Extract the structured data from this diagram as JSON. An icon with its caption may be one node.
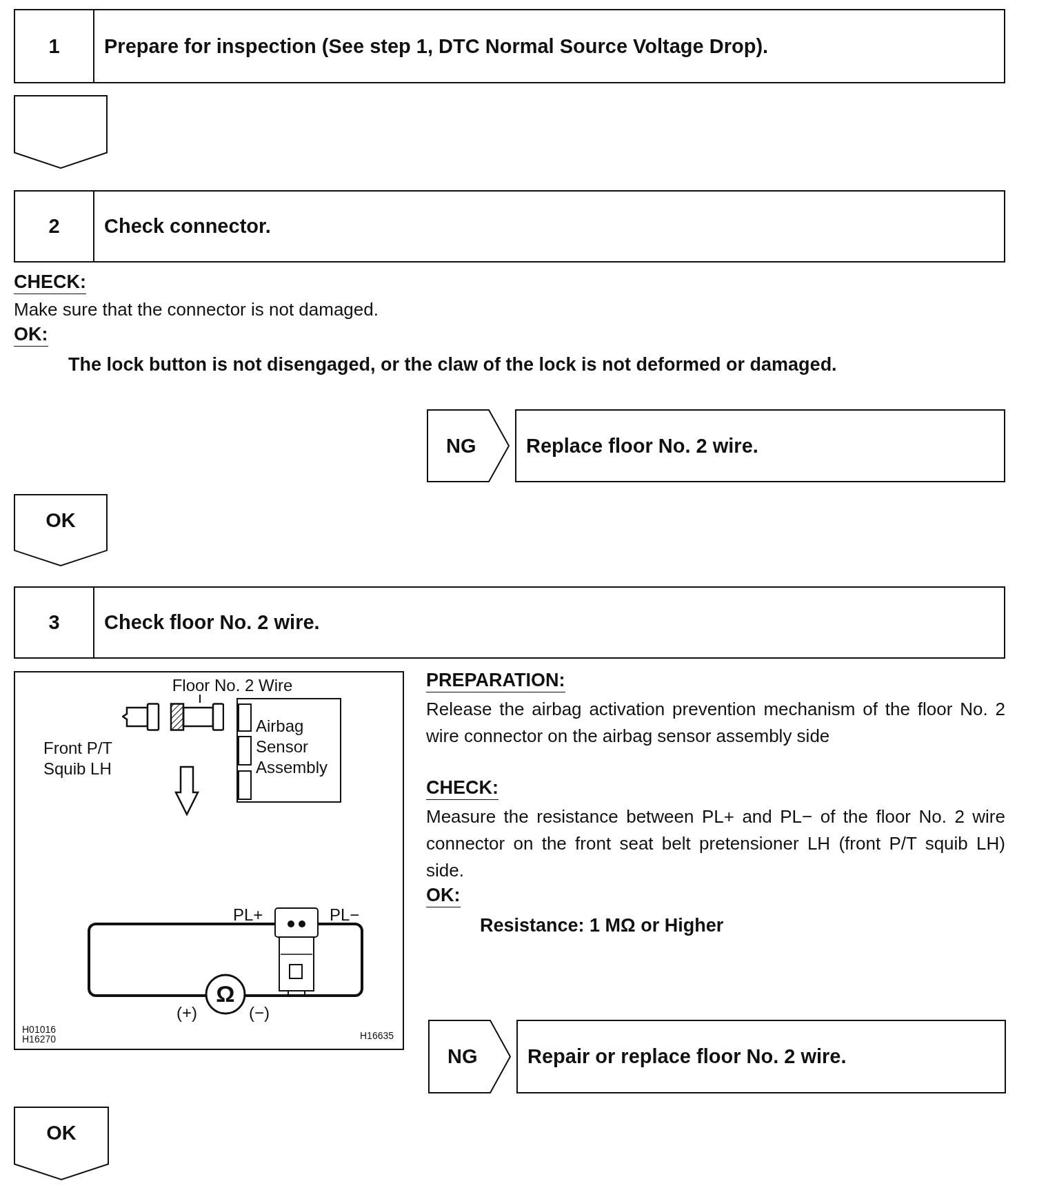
{
  "diagram": {
    "nodes": [
      {
        "text": [
          "1",
          "Prepare for inspection (See step 1, DTC Normal Source Voltage Drop)."
        ]
      },
      {
        "text": [],
        "shape": "pentagon"
      },
      {
        "text": [
          "2",
          "Check connector."
        ]
      },
      {
        "text": [
          "NG"
        ]
      },
      {
        "text": [
          "Replace floor No. 2 wire."
        ]
      },
      {
        "text": [
          "OK"
        ]
      },
      {
        "text": [
          "3",
          "Check floor No. 2 wire."
        ]
      },
      {
        "text": [],
        "shape": "box"
      },
      {
        "text": [
          "Floor No. 2 Wire"
        ],
        "in": 7
      },
      {
        "text": [],
        "shape": "picture",
        "in": 7
      },
      {
        "text": [
          "Airbag Sensor Assembly"
        ],
        "in": 7
      },
      {
        "text": [
          "NG"
        ]
      },
      {
        "text": [
          "Repair or replace floor No. 2 wire."
        ]
      },
      {
        "text": [
          "OK"
        ]
      }
    ],
    "edges": [
      {
        "from": 8,
        "to": 9,
        "arrow": "none"
      }
    ],
    "labels": [
      "CHECK:",
      "Make sure that the connector is not damaged.",
      "OK:",
      "The lock button is not disengaged, or the claw of the lock is not deformed or damaged.",
      "Front P/T Squib LH",
      "PL+",
      "PL−",
      "Ω",
      "(+)",
      "(−)",
      "H01016",
      "H16270",
      "H16635",
      "PREPARATION:",
      "Release the airbag activation prevention mechanism of the floor No. 2 wire connector on the airbag sensor assembly side",
      "CHECK:",
      "Measure the resistance between PL+ and PL− of the floor No. 2 wire connector on the front seat belt pretensioner LH (front P/T squib LH) side.",
      "OK:",
      "Resistance: 1 MΩ or Higher"
    ]
  }
}
